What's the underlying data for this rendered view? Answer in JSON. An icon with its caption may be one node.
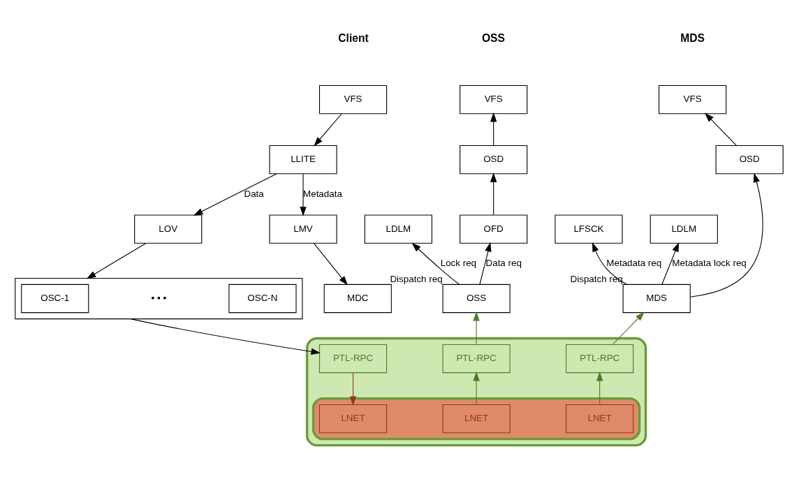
{
  "diagram": {
    "nodes": [
      {
        "text": [
          "VFS"
        ]
      },
      {
        "text": [
          "LLITE"
        ]
      },
      {
        "text": [
          "LOV"
        ]
      },
      {
        "text": [
          "LMV"
        ]
      },
      {
        "text": [],
        "shape": "box"
      },
      {
        "text": [
          "OSC-1"
        ],
        "in": 4
      },
      {
        "text": [
          "OSC-N"
        ],
        "in": 4
      },
      {
        "text": [
          "MDC"
        ]
      },
      {
        "text": [
          "VFS"
        ]
      },
      {
        "text": [
          "OSD"
        ]
      },
      {
        "text": [
          "OFD"
        ]
      },
      {
        "text": [
          "LDLM"
        ]
      },
      {
        "text": [
          "OSS"
        ],
        "beside": [
          "Dispatch req"
        ]
      },
      {
        "text": [
          "VFS"
        ]
      },
      {
        "text": [
          "OSD"
        ]
      },
      {
        "text": [
          "LFSCK"
        ]
      },
      {
        "text": [
          "LDLM"
        ]
      },
      {
        "text": [
          "MDS"
        ],
        "beside": [
          "Dispatch req"
        ]
      },
      {
        "text": [],
        "shape": "box"
      },
      {
        "text": [
          "PTL-RPC"
        ],
        "in": 18
      },
      {
        "text": [
          "PTL-RPC"
        ],
        "in": 18
      },
      {
        "text": [
          "PTL-RPC"
        ],
        "in": 18
      },
      {
        "text": [],
        "shape": "box",
        "in": 18
      },
      {
        "text": [
          "LNET"
        ],
        "in": 22
      },
      {
        "text": [
          "LNET"
        ],
        "in": 22
      },
      {
        "text": [
          "LNET"
        ],
        "in": 22
      }
    ],
    "edges": [
      {
        "from": 0,
        "to": 1,
        "arrow": "to"
      },
      {
        "from": 1,
        "to": 2,
        "arrow": "to",
        "label": "Data"
      },
      {
        "from": 1,
        "to": 3,
        "arrow": "to",
        "label": "Metadata"
      },
      {
        "from": 2,
        "to": 4,
        "arrow": "to"
      },
      {
        "from": 3,
        "to": 7,
        "arrow": "to"
      },
      {
        "from": 4,
        "to": 19,
        "arrow": "to"
      },
      {
        "from": 19,
        "to": 23,
        "arrow": "to",
        "color": "#8b3a1a"
      },
      {
        "from": 10,
        "to": 9,
        "arrow": "to"
      },
      {
        "from": 9,
        "to": 8,
        "arrow": "to"
      },
      {
        "from": 12,
        "to": 10,
        "arrow": "to",
        "label": "Data req"
      },
      {
        "from": 12,
        "to": 11,
        "arrow": "to",
        "label": "Lock req"
      },
      {
        "from": 20,
        "to": 12,
        "arrow": "to",
        "color": "#4f7a28"
      },
      {
        "from": 24,
        "to": 20,
        "arrow": "to",
        "color": "#4f7a28"
      },
      {
        "from": 14,
        "to": 13,
        "arrow": "to"
      },
      {
        "from": 17,
        "to": 15,
        "arrow": "to",
        "label": "Metadata req"
      },
      {
        "from": 17,
        "to": 16,
        "arrow": "to",
        "label": "Metadata lock req"
      },
      {
        "from": 17,
        "to": 14,
        "arrow": "to"
      },
      {
        "from": 21,
        "to": 17,
        "arrow": "to",
        "color": "#4f7a28"
      },
      {
        "from": 25,
        "to": 21,
        "arrow": "to",
        "color": "#4f7a28"
      }
    ],
    "labels": [
      "Client",
      "OSS",
      "MDS",
      "▪ ▪ ▪"
    ]
  }
}
